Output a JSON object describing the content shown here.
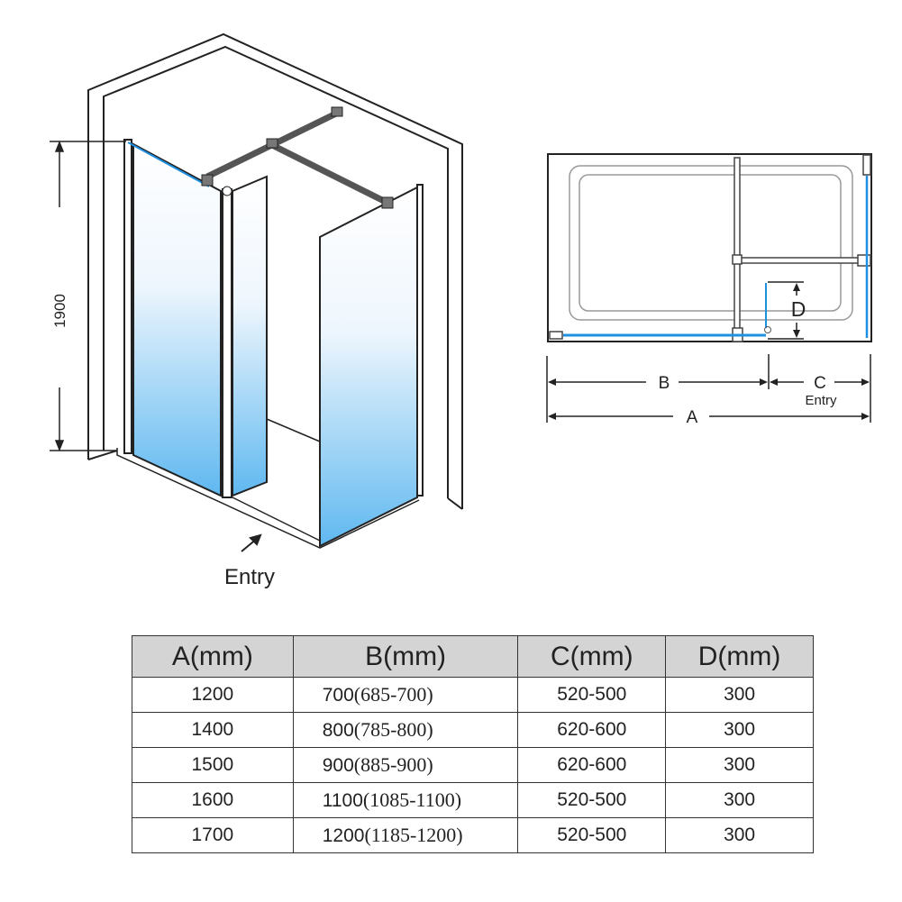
{
  "iso_view": {
    "height_label": "1900",
    "entry_label": "Entry"
  },
  "plan_view": {
    "labels": {
      "a": "A",
      "b": "B",
      "c": "C",
      "d": "D",
      "entry": "Entry"
    },
    "glass_color": "#1f8fe0"
  },
  "table": {
    "headers": [
      "A(mm)",
      "B(mm)",
      "C(mm)",
      "D(mm)"
    ],
    "rows": [
      {
        "a": "1200",
        "b_main": "700",
        "b_range": "(685-700)",
        "c": "520-500",
        "d": "300"
      },
      {
        "a": "1400",
        "b_main": "800",
        "b_range": "(785-800)",
        "c": "620-600",
        "d": "300"
      },
      {
        "a": "1500",
        "b_main": "900",
        "b_range": "(885-900)",
        "c": "620-600",
        "d": "300"
      },
      {
        "a": "1600",
        "b_main": "1100",
        "b_range": "(1085-1100)",
        "c": "520-500",
        "d": "300"
      },
      {
        "a": "1700",
        "b_main": "1200",
        "b_range": "(1185-1200)",
        "c": "520-500",
        "d": "300"
      }
    ]
  }
}
